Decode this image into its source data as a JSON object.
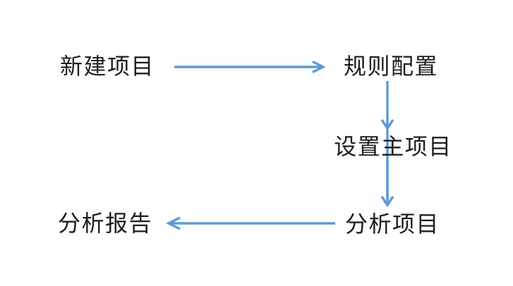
{
  "diagram": {
    "type": "flowchart",
    "background_color": "#ffffff",
    "text_color": "#1d1d1d",
    "arrow_color": "#5b9bd5",
    "nodes": [
      {
        "id": "new-project",
        "label": "新建项目"
      },
      {
        "id": "rule-config",
        "label": "规则配置"
      },
      {
        "id": "set-main-project",
        "label": "设置主项目"
      },
      {
        "id": "analyze-project",
        "label": "分析项目"
      },
      {
        "id": "analysis-report",
        "label": "分析报告"
      }
    ],
    "edges": [
      {
        "from": "新建项目",
        "to": "规则配置",
        "direction": "right"
      },
      {
        "from": "规则配置",
        "to": "设置主项目",
        "direction": "down"
      },
      {
        "from": "设置主项目",
        "to": "分析项目",
        "direction": "down"
      },
      {
        "from": "分析项目",
        "to": "分析报告",
        "direction": "left"
      }
    ]
  }
}
